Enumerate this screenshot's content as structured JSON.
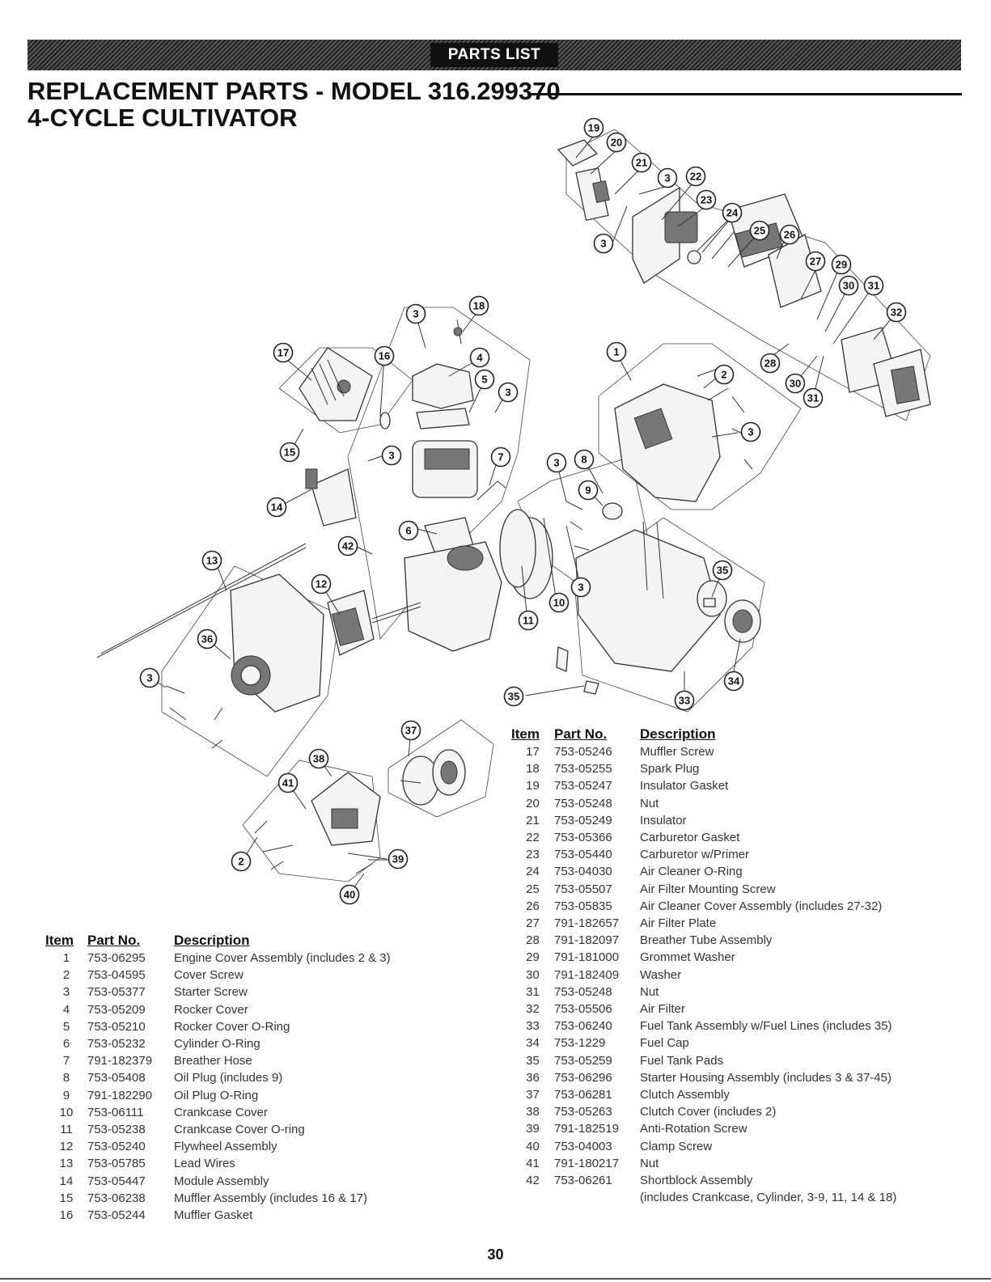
{
  "header": {
    "banner": "PARTS LIST",
    "title_line1": "REPLACEMENT PARTS - MODEL 316.299370",
    "title_line2": "4-CYCLE CULTIVATOR"
  },
  "table_headers": {
    "item": "Item",
    "part_no": "Part No.",
    "description": "Description"
  },
  "parts_left": [
    {
      "item": "1",
      "part": "753-06295",
      "desc": "Engine Cover Assembly (includes 2 & 3)"
    },
    {
      "item": "2",
      "part": "753-04595",
      "desc": "Cover Screw"
    },
    {
      "item": "3",
      "part": "753-05377",
      "desc": "Starter Screw"
    },
    {
      "item": "4",
      "part": "753-05209",
      "desc": "Rocker Cover"
    },
    {
      "item": "5",
      "part": "753-05210",
      "desc": "Rocker Cover O-Ring"
    },
    {
      "item": "6",
      "part": "753-05232",
      "desc": "Cylinder O-Ring"
    },
    {
      "item": "7",
      "part": "791-182379",
      "desc": "Breather Hose"
    },
    {
      "item": "8",
      "part": "753-05408",
      "desc": "Oil Plug (includes 9)"
    },
    {
      "item": "9",
      "part": "791-182290",
      "desc": "Oil Plug O-Ring"
    },
    {
      "item": "10",
      "part": "753-06111",
      "desc": "Crankcase Cover"
    },
    {
      "item": "11",
      "part": "753-05238",
      "desc": "Crankcase Cover O-ring"
    },
    {
      "item": "12",
      "part": "753-05240",
      "desc": "Flywheel Assembly"
    },
    {
      "item": "13",
      "part": "753-05785",
      "desc": "Lead Wires"
    },
    {
      "item": "14",
      "part": "753-05447",
      "desc": "Module Assembly"
    },
    {
      "item": "15",
      "part": "753-06238",
      "desc": "Muffler Assembly (includes 16 & 17)"
    },
    {
      "item": "16",
      "part": "753-05244",
      "desc": "Muffler Gasket"
    }
  ],
  "parts_right": [
    {
      "item": "17",
      "part": "753-05246",
      "desc": "Muffler Screw"
    },
    {
      "item": "18",
      "part": "753-05255",
      "desc": "Spark Plug"
    },
    {
      "item": "19",
      "part": "753-05247",
      "desc": "Insulator Gasket"
    },
    {
      "item": "20",
      "part": "753-05248",
      "desc": "Nut"
    },
    {
      "item": "21",
      "part": "753-05249",
      "desc": "Insulator"
    },
    {
      "item": "22",
      "part": "753-05366",
      "desc": "Carburetor Gasket"
    },
    {
      "item": "23",
      "part": "753-05440",
      "desc": "Carburetor w/Primer"
    },
    {
      "item": "24",
      "part": "753-04030",
      "desc": "Air Cleaner O-Ring"
    },
    {
      "item": "25",
      "part": "753-05507",
      "desc": "Air Filter Mounting Screw"
    },
    {
      "item": "26",
      "part": "753-05835",
      "desc": "Air Cleaner Cover Assembly (includes 27-32)"
    },
    {
      "item": "27",
      "part": "791-182657",
      "desc": "Air Filter Plate"
    },
    {
      "item": "28",
      "part": "791-182097",
      "desc": "Breather Tube Assembly"
    },
    {
      "item": "29",
      "part": "791-181000",
      "desc": "Grommet Washer"
    },
    {
      "item": "30",
      "part": "791-182409",
      "desc": "Washer"
    },
    {
      "item": "31",
      "part": "753-05248",
      "desc": "Nut"
    },
    {
      "item": "32",
      "part": "753-05506",
      "desc": "Air Filter"
    },
    {
      "item": "33",
      "part": "753-06240",
      "desc": "Fuel Tank Assembly w/Fuel Lines (includes 35)"
    },
    {
      "item": "34",
      "part": "753-1229",
      "desc": "Fuel Cap"
    },
    {
      "item": "35",
      "part": "753-05259",
      "desc": "Fuel Tank Pads"
    },
    {
      "item": "36",
      "part": "753-06296",
      "desc": "Starter Housing Assembly (includes 3 & 37-45)"
    },
    {
      "item": "37",
      "part": "753-06281",
      "desc": "Clutch Assembly"
    },
    {
      "item": "38",
      "part": "753-05263",
      "desc": "Clutch Cover (includes 2)"
    },
    {
      "item": "39",
      "part": "791-182519",
      "desc": "Anti-Rotation Screw"
    },
    {
      "item": "40",
      "part": "753-04003",
      "desc": "Clamp Screw"
    },
    {
      "item": "41",
      "part": "791-180217",
      "desc": "Nut"
    },
    {
      "item": "42",
      "part": "753-06261",
      "desc": "Shortblock Assembly",
      "desc2": "(includes Crankcase, Cylinder, 3-9, 11, 14 & 18)"
    }
  ],
  "callouts": [
    "19",
    "20",
    "21",
    "3",
    "22",
    "23",
    "24",
    "25",
    "26",
    "3",
    "27",
    "29",
    "30",
    "31",
    "32",
    "18",
    "3",
    "4",
    "5",
    "3",
    "17",
    "16",
    "1",
    "2",
    "28",
    "30",
    "31",
    "3",
    "15",
    "3",
    "7",
    "3",
    "8",
    "9",
    "14",
    "6",
    "42",
    "13",
    "12",
    "35",
    "36",
    "10",
    "3",
    "11",
    "3",
    "35",
    "34",
    "33",
    "37",
    "38",
    "41",
    "2",
    "39",
    "40"
  ],
  "page_number": "30"
}
